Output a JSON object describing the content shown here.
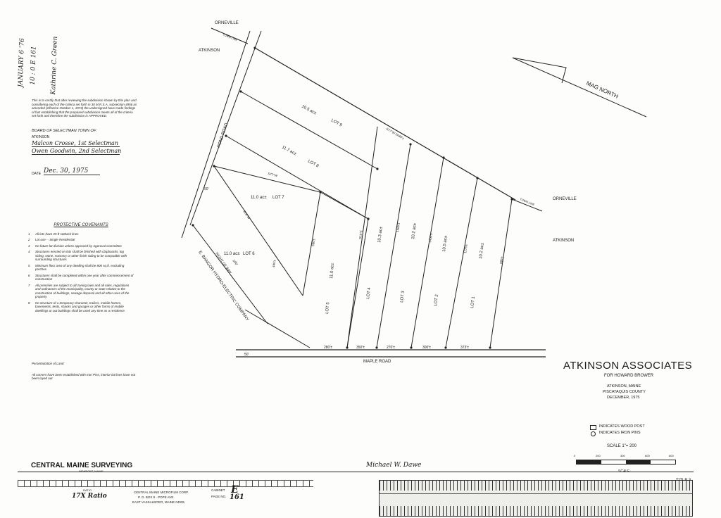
{
  "stamp": {
    "line1": "JANUARY 6 '76",
    "line2": "10 : 0 E 161",
    "line3": "Kathrine C. Green"
  },
  "certification": {
    "text": "This is to certify that after reviewing the subdivision shown by this plan and considering each of the criteria set forth in 30 M.R.S.A. subsection 4956 as amended (effective October 1, 1973) the undersigned have made findings of fact establishing that the proposed subdivision meets all of the criteria set forth and therefore the subdivision is APPROVED.",
    "board_title": "BOARD OF SELECTMAN TOWN OF:",
    "town": "ATKINSON",
    "signature1": "Malcon Crosse, 1st Selectman",
    "signature2": "Owen Goodwin, 2nd Selectman",
    "date_label": "DATE",
    "date_value": "Dec. 30, 1975"
  },
  "covenants": {
    "title": "PROTECTIVE COVENANTS",
    "items": [
      {
        "num": "1",
        "text": "All lots have 25 ft setback lines"
      },
      {
        "num": "2",
        "text": "Lot use -- Single Residential"
      },
      {
        "num": "3",
        "text": "No future lot division unless approved by Approval Committee"
      },
      {
        "num": "4",
        "text": "Structures erected on lots shall be finished with clapboards, log siding, stone, masonry or other finish siding to be compatible with surrounding structures"
      },
      {
        "num": "5",
        "text": "Minimum floor area of any dwelling shall be 800 sq.ft. excluding porches"
      },
      {
        "num": "6",
        "text": "Structures shall be completed within one year after commencement of construction"
      },
      {
        "num": "7",
        "text": "All premises are subject to all zoning laws and all rules, regulations and ordinances of the municipality, county or state relative to the construction of buildings, sewage disposal and all other uses of the property"
      },
      {
        "num": "8",
        "text": "No structure of a temporary character, trailers, mobile homes, basements, tents, shacks and garages or other forms of mobile dwellings or out buildings shall be used any time as a residence"
      }
    ]
  },
  "monuments": {
    "title": "Perambulation of Land:",
    "text": "All corners have been established with Iron Pins, interior lot lines have not been layed out"
  },
  "map": {
    "orneville_top": "ORNEVILLE",
    "atkinson_top": "ATKINSON",
    "town_line": "TOWN LINE",
    "orneville_right": "ORNEVILLE",
    "atkinson_right": "ATKINSON",
    "town_line_right": "TOWN LINE",
    "pond_road": "POND ROAD",
    "maple_road": "MAPLE ROAD",
    "mag_north": "MAG NORTH",
    "road_width_50": "50'",
    "road_width_50b": "50'",
    "row_label": "E. BANGOR HYDRO-ELECTRIC COMPANY",
    "row_sub": "RIGHT OF WAY",
    "row_width": "100'",
    "lots": [
      {
        "area": "10.5 ac±",
        "name": "LOT 9"
      },
      {
        "area": "11.7 ac±",
        "name": "LOT 8"
      },
      {
        "area": "11.0 ac±",
        "name": "LOT 7"
      },
      {
        "area": "11.0 ac±",
        "name": "LOT 6"
      },
      {
        "area": "11.0 ac±",
        "name": "LOT 5"
      },
      {
        "area": "10.3 ac±",
        "name": "LOT 4"
      },
      {
        "area": "10.2 ac±",
        "name": "LOT 3"
      },
      {
        "area": "10.5 ac±",
        "name": "LOT 2"
      },
      {
        "area": "10.2 ac±",
        "name": "LOT 1"
      }
    ],
    "road_frontages": [
      "280'±",
      "350'±",
      "270'±",
      "300'±",
      "373'±"
    ],
    "bearings": {
      "lot9_line": "S77°W 2440'±",
      "lot7_line": "S77°W",
      "lot6_line": "S78°W",
      "lot_lines": "S10°E",
      "dist_1": "1465'±",
      "dist_2": "1400'±",
      "dist_3": "1175'±",
      "dist_4": "885'±",
      "dist_5": "590'±",
      "dist_6": "440'±"
    }
  },
  "title_block": {
    "company": "ATKINSON ASSOCIATES",
    "for": "FOR HOWARD BROWER",
    "location1": "ATKINSON, MAINE",
    "location2": "PISCATAQUIS COUNTY",
    "date": "DECEMBER, 1975",
    "legend_wood": "INDICATES WOOD POST",
    "legend_iron": "INDICATES IRON PINS",
    "scale": "SCALE 1\"= 200",
    "scale_word": "SCALE",
    "scale_ticks": [
      "0",
      "200",
      "400",
      "600",
      "800"
    ],
    "surveyor": "CENTRAL MAINE SURVEYING",
    "surveyor_town": "NEWPORT, MAINE",
    "surveyor_signature": "Michael W. Dawe",
    "title_number": "TITLE 3"
  },
  "registry": {
    "ratio_label": "RATIO",
    "ratio_value": "17X Ratio",
    "microfilm1": "CENTRAL MAINE MICROFILM CORP.",
    "microfilm2": "P. O. BOX 8 · POPE AVE.",
    "microfilm3": "EAST VASSALBORO, MAINE 04935",
    "cabinet_label": "CABINET",
    "cabinet_value": "E",
    "page_label": "PAGE NO.",
    "page_value": "161"
  }
}
